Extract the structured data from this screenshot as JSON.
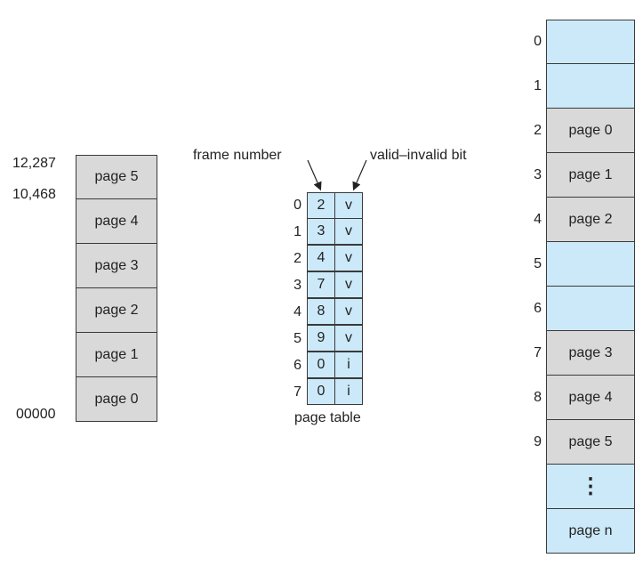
{
  "logical_memory": {
    "address_labels": {
      "top": "12,287",
      "upper": "10,468",
      "bottom": "00000"
    },
    "pages": [
      "page 5",
      "page 4",
      "page 3",
      "page 2",
      "page 1",
      "page 0"
    ]
  },
  "page_table": {
    "frame_number_label": "frame number",
    "valid_bit_label": "valid–invalid bit",
    "caption": "page table",
    "rows": [
      {
        "index": "0",
        "frame": "2",
        "bit": "v"
      },
      {
        "index": "1",
        "frame": "3",
        "bit": "v"
      },
      {
        "index": "2",
        "frame": "4",
        "bit": "v"
      },
      {
        "index": "3",
        "frame": "7",
        "bit": "v"
      },
      {
        "index": "4",
        "frame": "8",
        "bit": "v"
      },
      {
        "index": "5",
        "frame": "9",
        "bit": "v"
      },
      {
        "index": "6",
        "frame": "0",
        "bit": "i"
      },
      {
        "index": "7",
        "frame": "0",
        "bit": "i"
      }
    ]
  },
  "physical_memory": {
    "frames": [
      {
        "index": "0",
        "label": ""
      },
      {
        "index": "1",
        "label": ""
      },
      {
        "index": "2",
        "label": "page 0"
      },
      {
        "index": "3",
        "label": "page 1"
      },
      {
        "index": "4",
        "label": "page 2"
      },
      {
        "index": "5",
        "label": ""
      },
      {
        "index": "6",
        "label": ""
      },
      {
        "index": "7",
        "label": "page 3"
      },
      {
        "index": "8",
        "label": "page 4"
      },
      {
        "index": "9",
        "label": "page 5"
      },
      {
        "index": "",
        "label": "⋮"
      },
      {
        "index": "",
        "label": "page n"
      }
    ]
  },
  "colors": {
    "page_gray": "#d9d9d9",
    "frame_blue": "#cce9f9",
    "border": "#3a3a3a"
  }
}
